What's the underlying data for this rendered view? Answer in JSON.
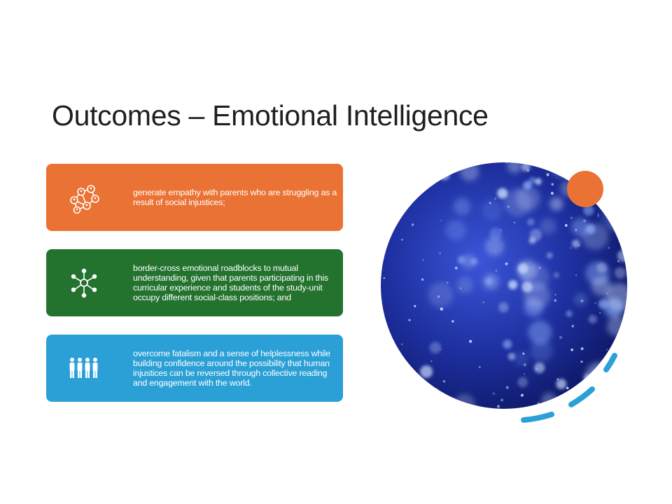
{
  "slide": {
    "title": "Outcomes – Emotional Intelligence",
    "cards": [
      {
        "text": "generate empathy with parents who are struggling as a result of social injustices;",
        "color": "#ea7234",
        "icon": "network-people-icon"
      },
      {
        "text": "border-cross emotional roadblocks to mutual understanding, given that parents participating in this curricular experience and students of the study-unit occupy different social-class positions; and",
        "color": "#23722e",
        "icon": "hub-people-icon"
      },
      {
        "text": "overcome fatalism and a sense of helplessness while building confidence around the possibility that human injustices can be reversed through collective reading and engagement with the world.",
        "color": "#2ba0d6",
        "icon": "people-group-icon"
      }
    ],
    "visual": {
      "icon": "bokeh-circle-image",
      "orange_dot_color": "#ea7234",
      "dash_color": "#2ba0d6",
      "circle_color": "#1b2a8c"
    }
  }
}
